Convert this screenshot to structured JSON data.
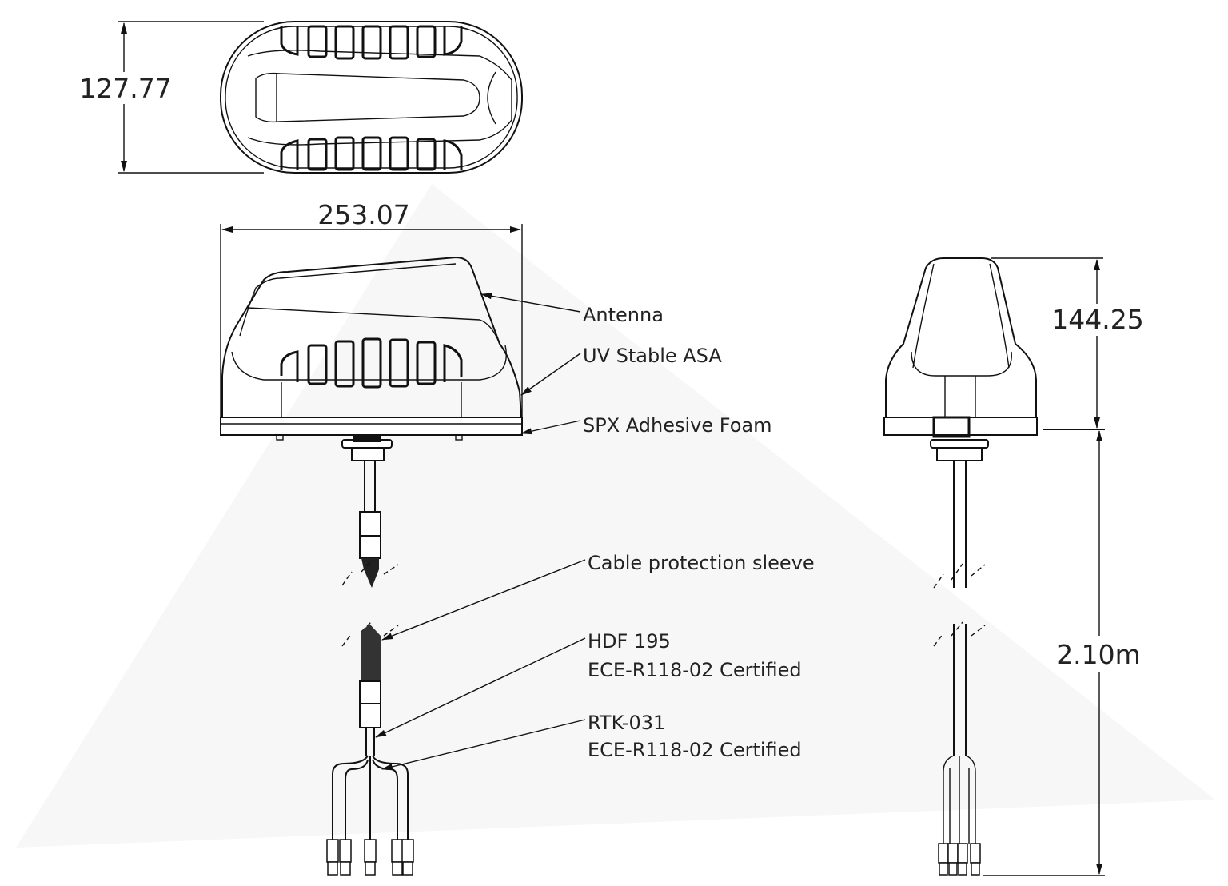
{
  "dimensions": {
    "top_width": "127.77",
    "front_length": "253.07",
    "side_height": "144.25",
    "cable_length": "2.10m"
  },
  "callouts": {
    "antenna": "Antenna",
    "uv_stable": "UV Stable ASA",
    "adhesive": "SPX Adhesive Foam",
    "sleeve": "Cable protection sleeve",
    "hdf_line1": "HDF 195",
    "hdf_line2": "ECE-R118-02 Certified",
    "rtk_line1": "RTK-031",
    "rtk_line2": "ECE-R118-02 Certified"
  }
}
